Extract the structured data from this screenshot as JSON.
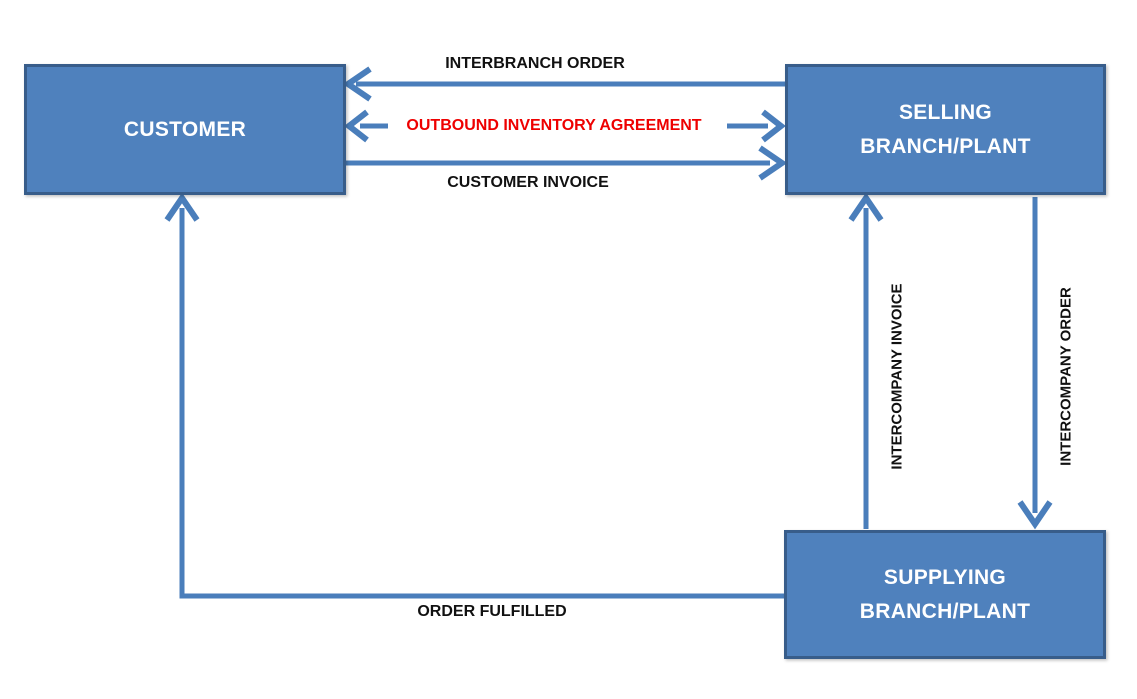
{
  "diagram": {
    "nodes": {
      "customer": {
        "label": "CUSTOMER"
      },
      "selling_branch_plant": {
        "line1": "SELLING",
        "line2": "BRANCH/PLANT"
      },
      "supplying_branch_plant": {
        "line1": "SUPPLYING",
        "line2": "BRANCH/PLANT"
      }
    },
    "flows": {
      "interbranch_order": {
        "label": "INTERBRANCH ORDER",
        "from": "selling_branch_plant",
        "to": "customer"
      },
      "outbound_inventory_agreement": {
        "label": "OUTBOUND INVENTORY AGREEMENT",
        "between": [
          "customer",
          "selling_branch_plant"
        ],
        "bidirectional": true
      },
      "customer_invoice": {
        "label": "CUSTOMER INVOICE",
        "from": "customer",
        "to": "selling_branch_plant"
      },
      "intercompany_invoice": {
        "label": "INTERCOMPANY INVOICE",
        "from": "supplying_branch_plant",
        "to": "selling_branch_plant"
      },
      "intercompany_order": {
        "label": "INTERCOMPANY ORDER",
        "from": "selling_branch_plant",
        "to": "supplying_branch_plant"
      },
      "order_fulfilled": {
        "label": "ORDER FULFILLED",
        "from": "supplying_branch_plant",
        "to": "customer"
      }
    },
    "colors": {
      "node_fill": "#4f81bd",
      "node_border": "#385d8a",
      "node_text": "#ffffff",
      "arrow": "#4a7ebb",
      "label_text": "#111111",
      "highlight_label": "#ee0000",
      "background": "#ffffff"
    }
  }
}
